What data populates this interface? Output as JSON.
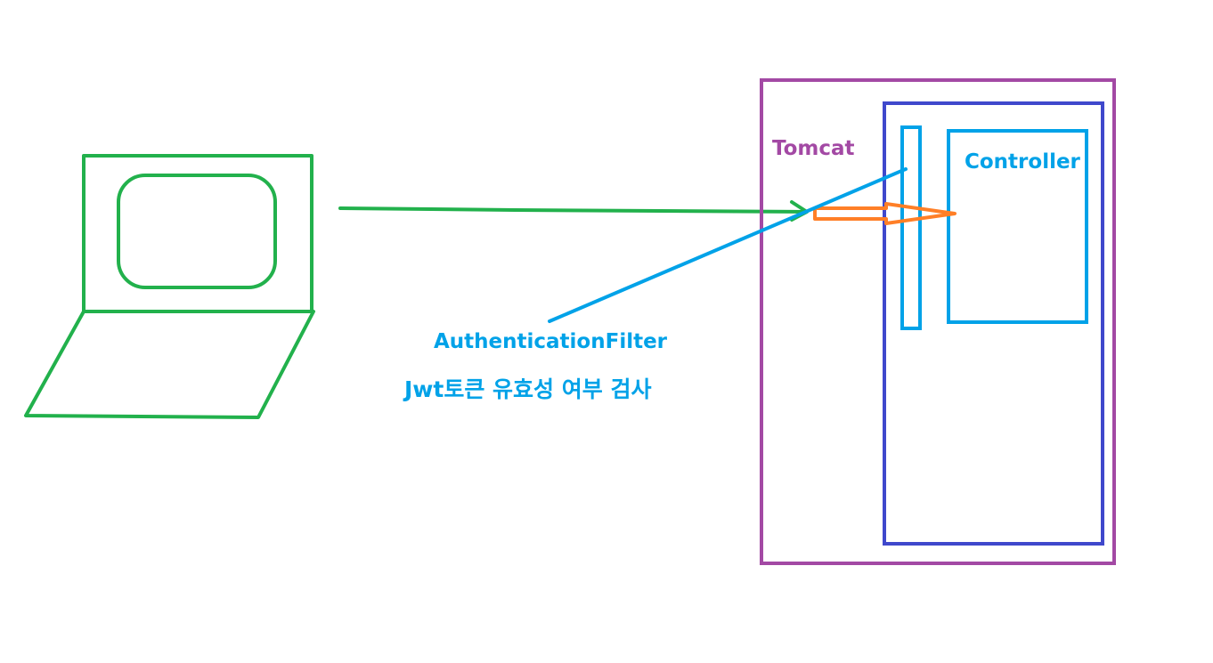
{
  "labels": {
    "tomcat": "Tomcat",
    "controller": "Controller",
    "filter": "AuthenticationFilter",
    "filter_description": "Jwt토큰 유효성 여부 검사"
  },
  "colors": {
    "client": "#22b14c",
    "tomcat": "#a349a4",
    "container": "#3f48cc",
    "filter": "#00a2e8",
    "controller": "#00a2e8",
    "forward_arrow": "#ff7f27",
    "background": "#ffffff"
  },
  "icons": {
    "client": "laptop-icon"
  }
}
